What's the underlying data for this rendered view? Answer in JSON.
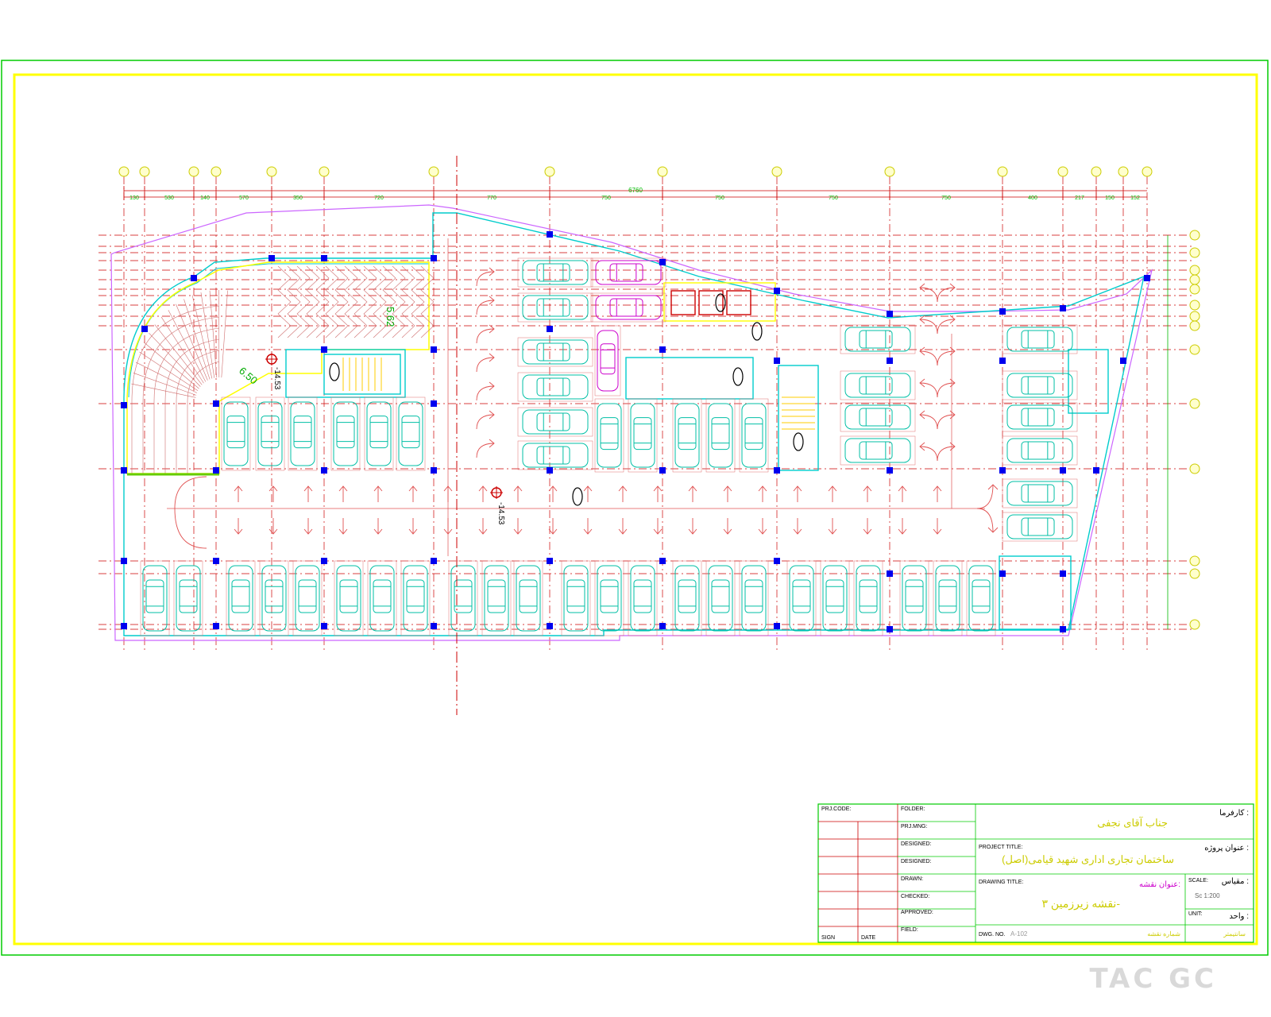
{
  "title_block": {
    "prj_code_label": "PRJ.CODE:",
    "folder_label": "FOLDER:",
    "prj_mng_label": "PRJ.MNG:",
    "designed_label": "DESIGNED:",
    "designed2_label": "DESIGNED:",
    "drawn_label": "DRAWN:",
    "checked_label": "CHECKED:",
    "approved_label": "APPROVED:",
    "field_label": "FIELD:",
    "sign_label": "SIGN",
    "date_label": "DATE",
    "client_label": "کارفرما :",
    "client_name": "جناب آقای نجفی",
    "project_label_fa": "عنوان پروژه :",
    "project_title_label": "PROJECT TITLE:",
    "project_title": "ساختمان تجاری اداری شهید قیامی(اصل)",
    "drawing_label_fa": "عنوان نقشه:",
    "drawing_title_label": "DRAWING TITLE:",
    "drawing_title": "نقشه زیرزمین ۳-",
    "scale_label_fa": "مقیاس :",
    "scale_label": "SCALE:",
    "scale_value": "Sc 1:200",
    "unit_label_fa": "واحد :",
    "unit_label": "UNIT:",
    "unit_value": "سانتیمتر",
    "dwg_no_label": "DWG. NO.",
    "dwg_no_value": "A-102",
    "sheet_label_fa": "شماره نقشه"
  },
  "plan": {
    "overall_dimension": "6760",
    "top_dimensions": [
      "130",
      "530",
      "140",
      "570",
      "350",
      "720",
      "770",
      "750",
      "750",
      "750",
      "750",
      "400",
      "217",
      "150",
      "152"
    ],
    "ramp_width": "5.62",
    "ramp_width_2": "6.50",
    "level_mark_left": "-14.53",
    "level_mark_center": "-14.53"
  },
  "watermark": "TAC GC",
  "colors": {
    "outer_frame": "#00cc00",
    "inner_frame": "#ffff00",
    "walls": "#00cccc",
    "cars": "#00bfa5",
    "special_cars": "#cc00cc",
    "grid": "#cc0000",
    "arrows": "#e05050",
    "columns": "#0000ff",
    "title_text": "#ffff00",
    "title_labels": "#000000"
  }
}
